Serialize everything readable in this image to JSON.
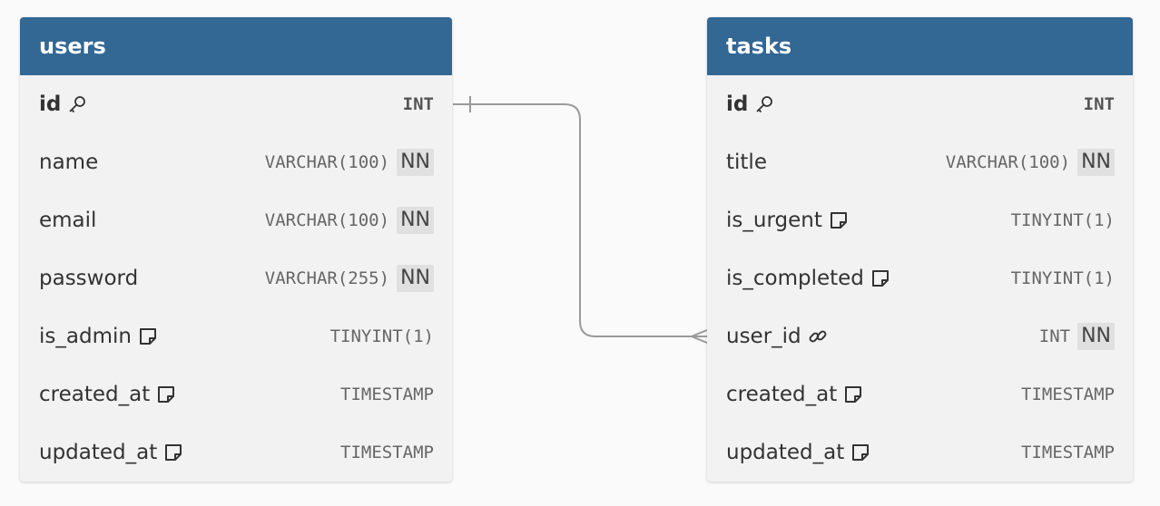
{
  "tables": [
    {
      "name": "users",
      "columns": [
        {
          "name": "id",
          "type": "INT",
          "pk": true,
          "nn": false,
          "icon": "key-icon"
        },
        {
          "name": "name",
          "type": "VARCHAR(100)",
          "pk": false,
          "nn": true,
          "icon": null
        },
        {
          "name": "email",
          "type": "VARCHAR(100)",
          "pk": false,
          "nn": true,
          "icon": null
        },
        {
          "name": "password",
          "type": "VARCHAR(255)",
          "pk": false,
          "nn": true,
          "icon": null
        },
        {
          "name": "is_admin",
          "type": "TINYINT(1)",
          "pk": false,
          "nn": false,
          "icon": "note-icon"
        },
        {
          "name": "created_at",
          "type": "TIMESTAMP",
          "pk": false,
          "nn": false,
          "icon": "note-icon"
        },
        {
          "name": "updated_at",
          "type": "TIMESTAMP",
          "pk": false,
          "nn": false,
          "icon": "note-icon"
        }
      ]
    },
    {
      "name": "tasks",
      "columns": [
        {
          "name": "id",
          "type": "INT",
          "pk": true,
          "nn": false,
          "icon": "key-icon"
        },
        {
          "name": "title",
          "type": "VARCHAR(100)",
          "pk": false,
          "nn": true,
          "icon": null
        },
        {
          "name": "is_urgent",
          "type": "TINYINT(1)",
          "pk": false,
          "nn": false,
          "icon": "note-icon"
        },
        {
          "name": "is_completed",
          "type": "TINYINT(1)",
          "pk": false,
          "nn": false,
          "icon": "note-icon"
        },
        {
          "name": "user_id",
          "type": "INT",
          "pk": false,
          "nn": true,
          "icon": "link-icon"
        },
        {
          "name": "created_at",
          "type": "TIMESTAMP",
          "pk": false,
          "nn": false,
          "icon": "note-icon"
        },
        {
          "name": "updated_at",
          "type": "TIMESTAMP",
          "pk": false,
          "nn": false,
          "icon": "note-icon"
        }
      ]
    }
  ],
  "nn_label": "NN",
  "relationship": {
    "from_table": "users",
    "from_column": "id",
    "to_table": "tasks",
    "to_column": "user_id",
    "cardinality": "one-to-many"
  },
  "colors": {
    "header": "#336794",
    "table_body": "#f2f2f2",
    "background": "#fafafa",
    "badge": "#e0e0e0",
    "connector": "#9a9a9a"
  }
}
